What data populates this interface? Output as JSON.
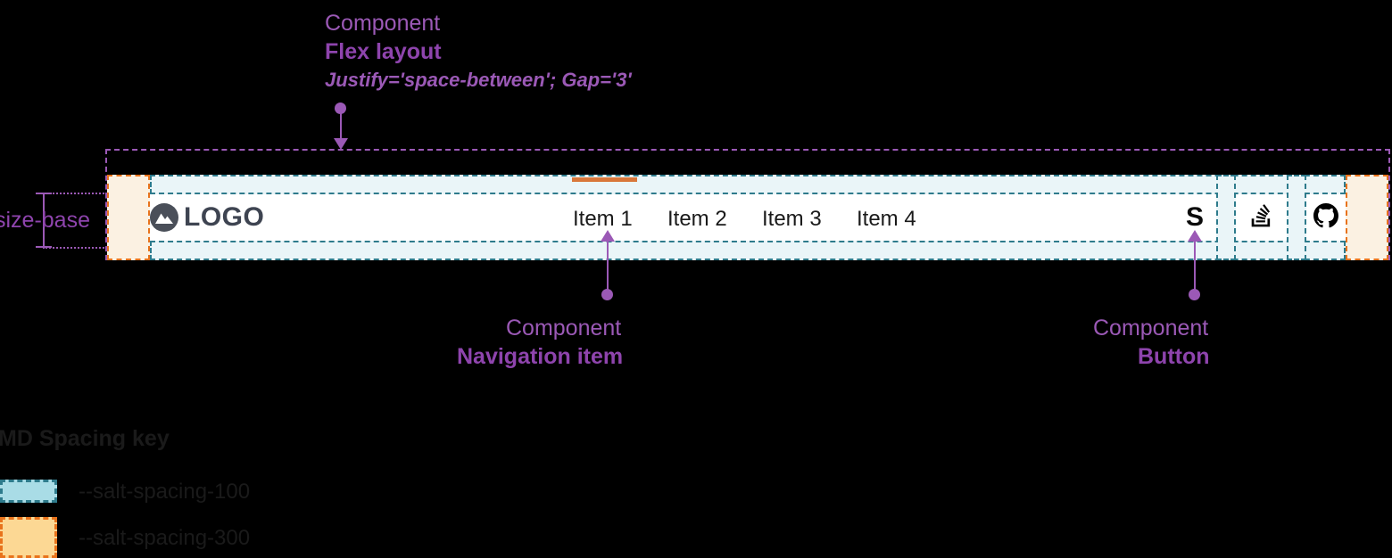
{
  "annotations": {
    "flex_layout": {
      "kind": "Component",
      "name": "Flex layout",
      "props": "Justify='space-between'; Gap='3'"
    },
    "navigation_item": {
      "kind": "Component",
      "name": "Navigation item"
    },
    "button": {
      "kind": "Component",
      "name": "Button"
    },
    "size_base_label": "size-base"
  },
  "navbar": {
    "logo": {
      "icon": "mountain-circle-logo-icon",
      "text": "LOGO"
    },
    "items": [
      {
        "label": "Item 1",
        "active": true
      },
      {
        "label": "Item 2",
        "active": false
      },
      {
        "label": "Item 3",
        "active": false
      },
      {
        "label": "Item 4",
        "active": false
      }
    ],
    "buttons": [
      {
        "icon": "salt-s-icon",
        "label": "S"
      },
      {
        "icon": "stack-overflow-icon",
        "label": ""
      },
      {
        "icon": "github-icon",
        "label": ""
      }
    ]
  },
  "legend": {
    "title": "MD Spacing key",
    "entries": [
      {
        "label": "--salt-spacing-100",
        "fill": "#A9DCE6",
        "stroke": "#2E7B8C"
      },
      {
        "label": "--salt-spacing-300",
        "fill": "#FCD894",
        "stroke": "#E8731C"
      }
    ]
  },
  "colors": {
    "annotation_purple": "#9B59B6",
    "annotation_purple_bold": "#8E44AD",
    "spacing_100_tint": "#EAF5F8",
    "spacing_100_stroke": "#2E7B8C",
    "spacing_300_tint": "#FBF1E2",
    "spacing_300_stroke": "#E8731C",
    "active_indicator": "#D9773A",
    "navbar_background": "#FFFFFF",
    "page_background": "#000000"
  }
}
